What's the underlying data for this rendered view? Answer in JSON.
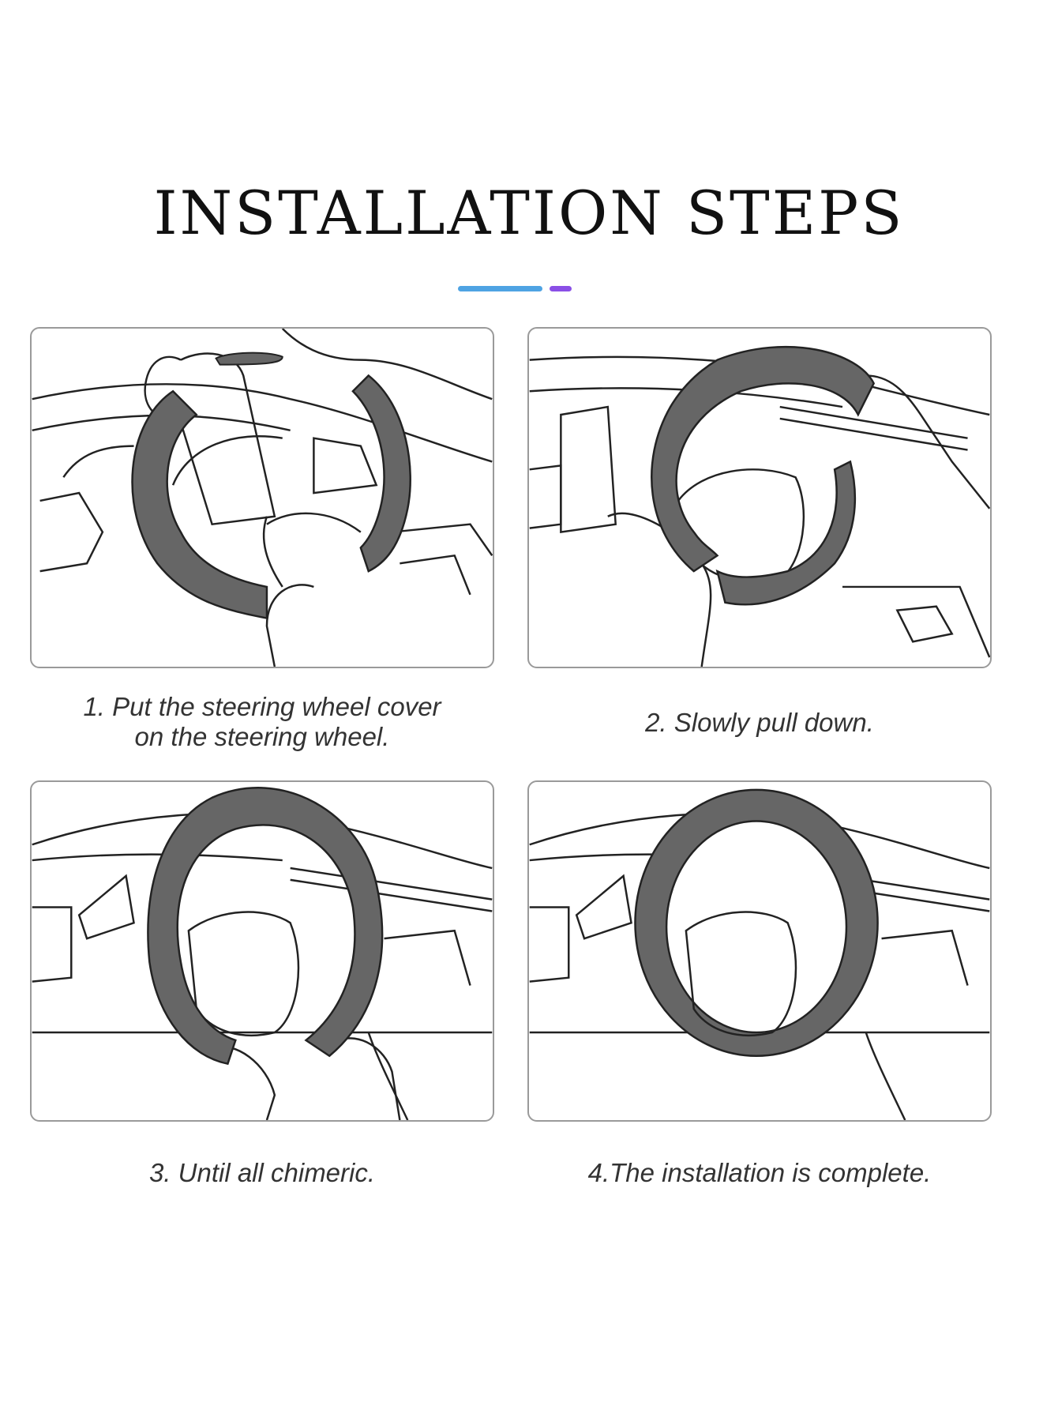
{
  "title": "INSTALLATION STEPS",
  "colors": {
    "accent_blue": "#4ea3e3",
    "accent_purple": "#8a4fe6",
    "cover_gray": "#666666",
    "line": "#222222"
  },
  "steps": [
    {
      "caption_line1": "1. Put the steering wheel cover",
      "caption_line2": "on the steering wheel."
    },
    {
      "caption_line1": "2. Slowly pull down.",
      "caption_line2": ""
    },
    {
      "caption_line1": "3. Until all chimeric.",
      "caption_line2": ""
    },
    {
      "caption_line1": "4.The installation is complete.",
      "caption_line2": ""
    }
  ]
}
